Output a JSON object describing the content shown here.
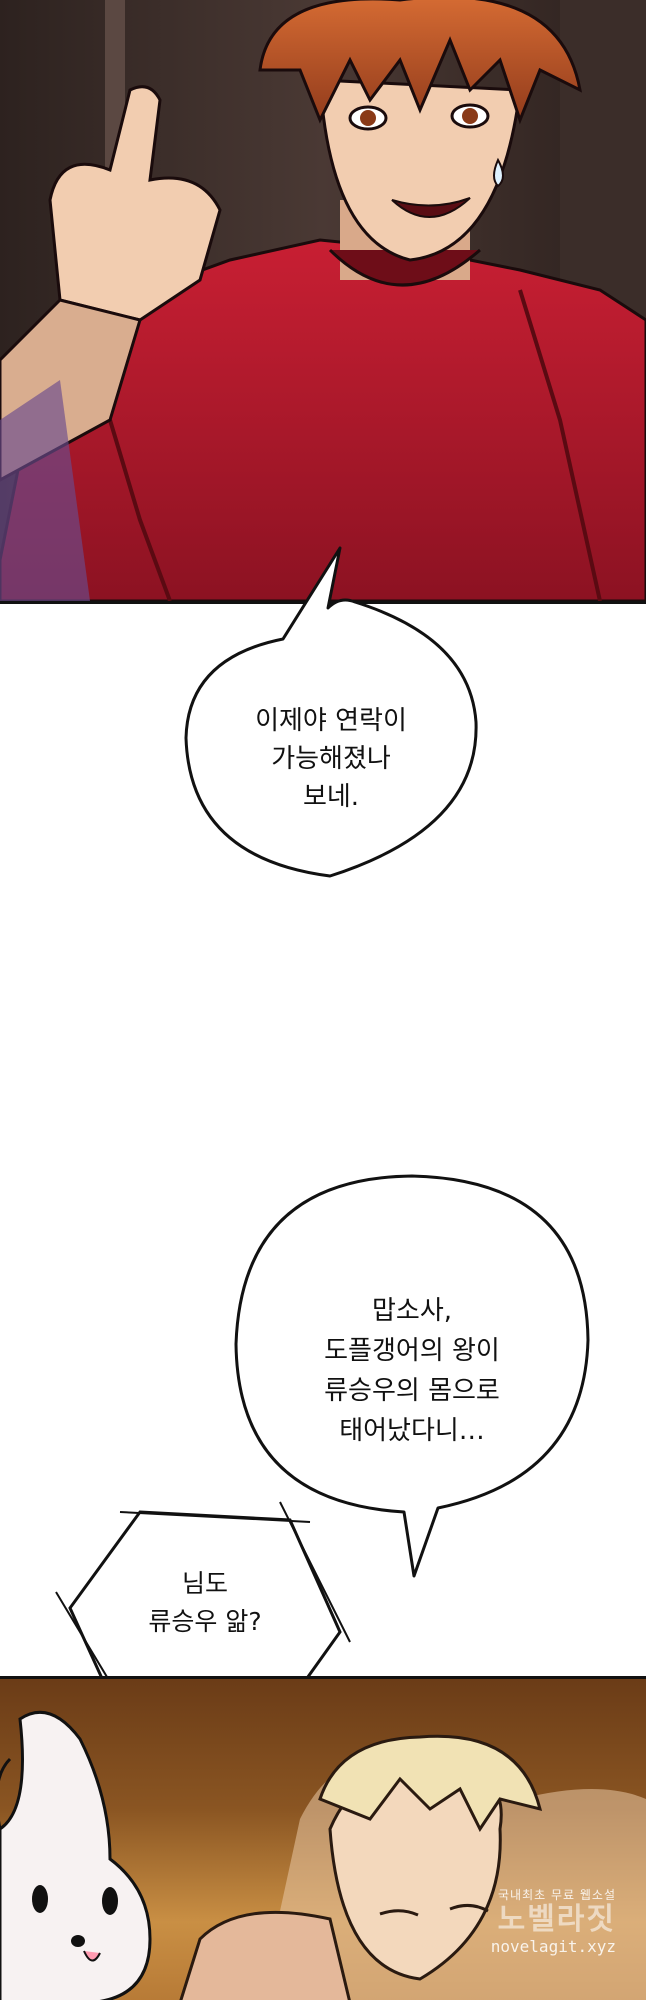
{
  "bubbles": [
    {
      "text": "이제야 연락이\n가능해졌나\n보네."
    },
    {
      "text": "맙소사,\n도플갱어의 왕이\n류승우의 몸으로\n태어났다니…"
    },
    {
      "text": "님도\n류승우 앎?"
    }
  ],
  "watermark": {
    "line1": "국내최초 무료 웹소설",
    "line2": "노벨라짓",
    "line3": "novelagit.xyz"
  },
  "colors": {
    "shirt": "#b3182c",
    "hair": "#b8522a",
    "skin": "#f2cdb0",
    "background": "#ffffff"
  }
}
